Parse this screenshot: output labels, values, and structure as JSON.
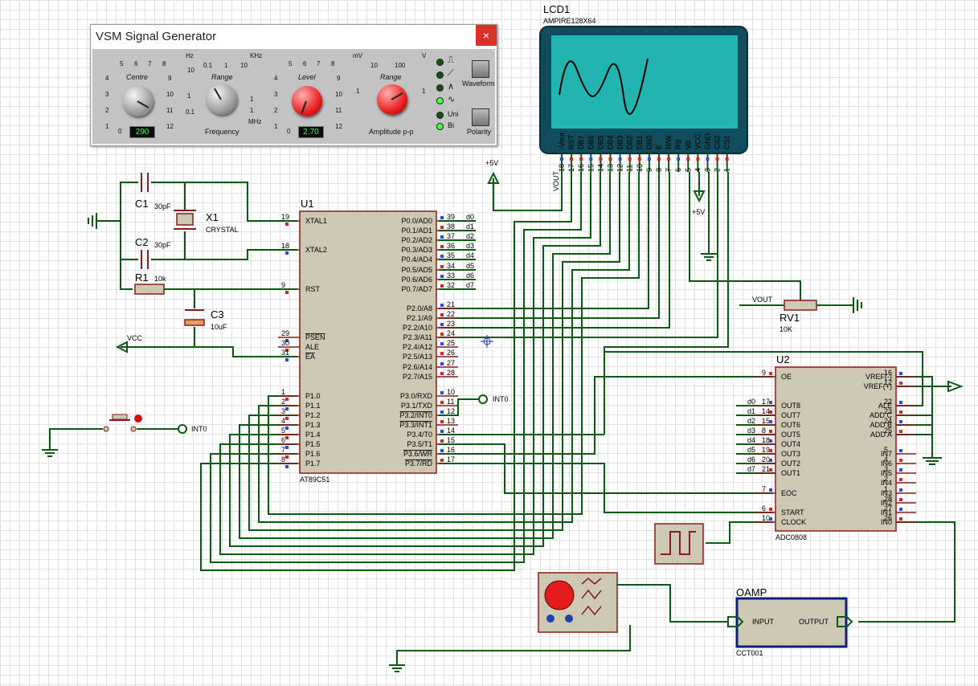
{
  "siggen": {
    "title": "VSM Signal Generator",
    "close": "×",
    "centre": {
      "label": "Centre",
      "value": "290",
      "ticks": [
        "5",
        "6",
        "7",
        "8",
        "4",
        "9",
        "3",
        "10",
        "2",
        "11",
        "1",
        "12",
        "0"
      ]
    },
    "range1": {
      "label": "Range",
      "unit_hz": "Hz",
      "unit_khz": "KHz",
      "unit_mhz": "MHz",
      "ticks": [
        "10",
        "0.1",
        "1",
        "10",
        "1",
        "0.1",
        "1",
        "1"
      ]
    },
    "frequency_label": "Frequency",
    "level": {
      "label": "Level",
      "value": "2.70",
      "ticks": [
        "5",
        "6",
        "7",
        "8",
        "4",
        "9",
        "3",
        "10",
        "2",
        "11",
        "1",
        "12",
        "0"
      ]
    },
    "range2": {
      "label": "Range",
      "unit_mv": "mV",
      "unit_v": "V",
      "ticks": [
        "10",
        "100",
        "1",
        "1"
      ]
    },
    "amplitude_label": "Amplitude p-p",
    "waveform_label": "Waveform",
    "uni_label": "Uni",
    "bi_label": "Bi",
    "polarity_label": "Polarity"
  },
  "lcd": {
    "ref": "LCD1",
    "part": "AMPIRE128X64",
    "pins": [
      "-Vout",
      "RST",
      "DB7",
      "DB6",
      "DB5",
      "DB4",
      "DB3",
      "DB2",
      "DB1",
      "DB0",
      "E",
      "R/W",
      "RS",
      "V0",
      "VCC",
      "GND",
      "CS2",
      "CS1"
    ],
    "pin_numbers": [
      "18",
      "17",
      "16",
      "15",
      "14",
      "13",
      "12",
      "11",
      "10",
      "9",
      "8",
      "7",
      "6",
      "5",
      "4",
      "3",
      "2",
      "1"
    ]
  },
  "u1": {
    "ref": "U1",
    "part": "AT89C51",
    "left_pins": [
      {
        "num": "19",
        "name": "XTAL1"
      },
      {
        "num": "18",
        "name": "XTAL2"
      },
      {
        "num": "9",
        "name": "RST"
      },
      {
        "num": "29",
        "name": "PSEN"
      },
      {
        "num": "30",
        "name": "ALE"
      },
      {
        "num": "31",
        "name": "EA"
      },
      {
        "num": "1",
        "name": "P1.0"
      },
      {
        "num": "2",
        "name": "P1.1"
      },
      {
        "num": "3",
        "name": "P1.2"
      },
      {
        "num": "4",
        "name": "P1.3"
      },
      {
        "num": "5",
        "name": "P1.4"
      },
      {
        "num": "6",
        "name": "P1.5"
      },
      {
        "num": "7",
        "name": "P1.6"
      },
      {
        "num": "8",
        "name": "P1.7"
      }
    ],
    "right_pins": [
      {
        "num": "39",
        "name": "P0.0/AD0",
        "net": "d0"
      },
      {
        "num": "38",
        "name": "P0.1/AD1",
        "net": "d1"
      },
      {
        "num": "37",
        "name": "P0.2/AD2",
        "net": "d2"
      },
      {
        "num": "36",
        "name": "P0.3/AD3",
        "net": "d3"
      },
      {
        "num": "35",
        "name": "P0.4/AD4",
        "net": "d4"
      },
      {
        "num": "34",
        "name": "P0.5/AD5",
        "net": "d5"
      },
      {
        "num": "33",
        "name": "P0.6/AD6",
        "net": "d6"
      },
      {
        "num": "32",
        "name": "P0.7/AD7",
        "net": "d7"
      },
      {
        "num": "21",
        "name": "P2.0/A8",
        "net": ""
      },
      {
        "num": "22",
        "name": "P2.1/A9",
        "net": ""
      },
      {
        "num": "23",
        "name": "P2.2/A10",
        "net": ""
      },
      {
        "num": "24",
        "name": "P2.3/A11",
        "net": ""
      },
      {
        "num": "25",
        "name": "P2.4/A12",
        "net": ""
      },
      {
        "num": "26",
        "name": "P2.5/A13",
        "net": ""
      },
      {
        "num": "27",
        "name": "P2.6/A14",
        "net": ""
      },
      {
        "num": "28",
        "name": "P2.7/A15",
        "net": ""
      },
      {
        "num": "10",
        "name": "P3.0/RXD",
        "net": ""
      },
      {
        "num": "11",
        "name": "P3.1/TXD",
        "net": ""
      },
      {
        "num": "12",
        "name": "P3.2/INT0",
        "net": ""
      },
      {
        "num": "13",
        "name": "P3.3/INT1",
        "net": ""
      },
      {
        "num": "14",
        "name": "P3.4/T0",
        "net": ""
      },
      {
        "num": "15",
        "name": "P3.5/T1",
        "net": ""
      },
      {
        "num": "16",
        "name": "P3.6/WR",
        "net": ""
      },
      {
        "num": "17",
        "name": "P3.7/RD",
        "net": ""
      }
    ]
  },
  "u2": {
    "ref": "U2",
    "part": "ADC0808",
    "left_pins": [
      {
        "num": "9",
        "name": "OE",
        "net": ""
      },
      {
        "num": "17",
        "name": "OUT8",
        "net": "d0"
      },
      {
        "num": "14",
        "name": "OUT7",
        "net": "d1"
      },
      {
        "num": "15",
        "name": "OUT6",
        "net": "d2"
      },
      {
        "num": "8",
        "name": "OUT5",
        "net": "d3"
      },
      {
        "num": "18",
        "name": "OUT4",
        "net": "d4"
      },
      {
        "num": "19",
        "name": "OUT3",
        "net": "d5"
      },
      {
        "num": "20",
        "name": "OUT2",
        "net": "d6"
      },
      {
        "num": "21",
        "name": "OUT1",
        "net": "d7"
      },
      {
        "num": "7",
        "name": "EOC",
        "net": ""
      },
      {
        "num": "6",
        "name": "START",
        "net": ""
      },
      {
        "num": "10",
        "name": "CLOCK",
        "net": ""
      }
    ],
    "right_pins": [
      {
        "num": "16",
        "name": "VREF(-)"
      },
      {
        "num": "12",
        "name": "VREF(+)"
      },
      {
        "num": "22",
        "name": "ALE"
      },
      {
        "num": "23",
        "name": "ADD C"
      },
      {
        "num": "24",
        "name": "ADD B"
      },
      {
        "num": "25",
        "name": "ADD A"
      },
      {
        "num": "5",
        "name": "IN7"
      },
      {
        "num": "4",
        "name": "IN6"
      },
      {
        "num": "3",
        "name": "IN5"
      },
      {
        "num": "2",
        "name": "IN4"
      },
      {
        "num": "1",
        "name": "IN3"
      },
      {
        "num": "28",
        "name": "IN2"
      },
      {
        "num": "27",
        "name": "IN1"
      },
      {
        "num": "26",
        "name": "IN0"
      }
    ]
  },
  "components": {
    "c1": {
      "ref": "C1",
      "value": "30pF"
    },
    "c2": {
      "ref": "C2",
      "value": "30pF"
    },
    "x1": {
      "ref": "X1",
      "value": "CRYSTAL"
    },
    "r1": {
      "ref": "R1",
      "value": "10k"
    },
    "c3": {
      "ref": "C3",
      "value": "10uF"
    },
    "rv1": {
      "ref": "RV1",
      "value": "10K"
    },
    "oamp": {
      "ref": "OAMP",
      "part": "CCT001",
      "input": "INPUT",
      "output": "OUTPUT"
    }
  },
  "labels": {
    "vcc": "VCC",
    "plus5v_a": "+5V",
    "plus5v_b": "+5V",
    "vout": "VOUT",
    "vout_lcd": "VOUT",
    "int0_a": "INT0",
    "int0_b": "INT0"
  }
}
